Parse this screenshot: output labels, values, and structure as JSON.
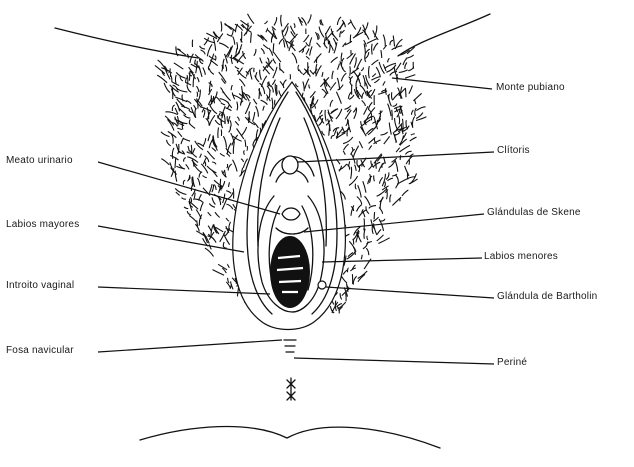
{
  "labels": {
    "monte_pubiano": "Monte pubiano",
    "clitoris": "Clítoris",
    "glandulas_skene": "Glándulas de Skene",
    "labios_menores": "Labios menores",
    "glandula_bartholin": "Glándula de Bartholin",
    "perine": "Periné",
    "meato_urinario": "Meato urinario",
    "labios_mayores": "Labios mayores",
    "introito_vaginal": "Introito vaginal",
    "fosa_navicular": "Fosa navicular"
  },
  "colors": {
    "ink": "#111111",
    "background": "#ffffff"
  }
}
